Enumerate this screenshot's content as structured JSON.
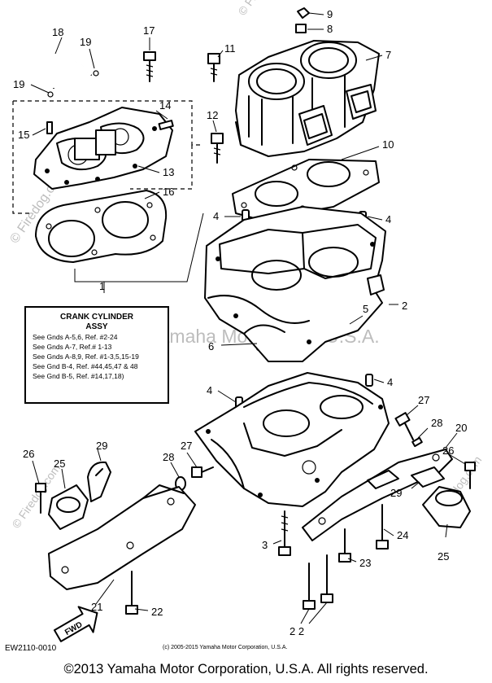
{
  "tag": {
    "title_line1": "CRANK CYLINDER",
    "title_line2": "ASSY",
    "refs": [
      "See Gnds A-5,6, Ref. #2-24",
      "See Gnds A-7, Ref.# 1-13",
      "See Gnds A-8,9, Ref. #1-3,5,15-19",
      "See Gnd B-4, Ref. #44,45,47 & 48",
      "See Gnd B-5, Ref. #14,17,18)"
    ]
  },
  "callouts": {
    "c1": "1",
    "c2": "2",
    "c3": "3",
    "c4a": "4",
    "c4b": "4",
    "c4c": "4",
    "c4d": "4",
    "c5": "5",
    "c6": "6",
    "c7": "7",
    "c8": "8",
    "c9": "9",
    "c10": "10",
    "c11": "11",
    "c12": "12",
    "c13": "13",
    "c14": "14",
    "c15": "15",
    "c16": "16",
    "c17": "17",
    "c18": "18",
    "c19a": "19",
    "c19b": "19",
    "c20": "20",
    "c21": "21",
    "c22a": "22",
    "c22b": "2 2",
    "c23": "23",
    "c24": "24",
    "c25a": "25",
    "c25b": "25",
    "c26a": "26",
    "c26b": "26",
    "c27a": "27",
    "c27b": "27",
    "c28a": "28",
    "c28b": "28",
    "c29a": "29",
    "c29b": "29"
  },
  "fwd_label": "FWD",
  "drawing_code": "EW2110-0010",
  "credit_line": "(c) 2005-2015 Yamaha Motor Corporation, U.S.A.",
  "copyright": "©2013 Yamaha Motor Corporation, U.S.A. All rights reserved.",
  "watermarks": {
    "site": "© Firedog.com",
    "brand": "Yamaha Motor Corp. U.S.A."
  }
}
